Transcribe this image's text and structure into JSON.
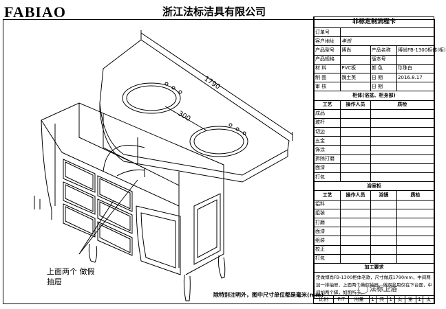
{
  "header": {
    "logo": "FABIAO",
    "company": "浙江法标洁具有限公司"
  },
  "drawing": {
    "dimension_overall": "1790",
    "dimension_spacing": "300",
    "callout": "上面两个 做假抽屉",
    "note": "除特别注明外，图中尺寸单位都是毫米(mm)"
  },
  "card": {
    "title": "非标定制流程卡",
    "order_no_label": "订单号",
    "customer_label": "客户地址",
    "customer_value": "孝感",
    "model_label": "产品型号",
    "model_value": "博尚",
    "name_label": "产品名称",
    "name_value": "博尚FB-1300柜体(柜)",
    "spec_label": "产品规格",
    "version_label": "版本号",
    "material_label": "材 料",
    "material_value": "PVC板",
    "color_label": "颜 色",
    "color_value": "珍珠白",
    "maker_label": "制 图",
    "maker_value": "魏土英",
    "date_label": "日 期",
    "date_value": "2016.8.17",
    "review_label": "审 核",
    "section1": "柜体(浴盆、柜身部)",
    "col_process": "工艺",
    "col_operator": "操作人员",
    "col_quality": "质检",
    "process1": [
      "成品",
      "玻杆",
      "切边",
      "五金",
      "饰涂",
      "拆除打磨",
      "面漆",
      "打包"
    ],
    "section2": "浴室柜",
    "col_quality2": "浴镜",
    "process2": [
      "铝料",
      "组装",
      "打磨",
      "面漆",
      "组装",
      "校正",
      "打包"
    ],
    "remark_title": "加工要求",
    "remark": "定做博尚FB-1300柜体老款，尺寸做成1790mm，中间两加一排抽屉，上面两个做假抽屉，做双盆用仅在下台面，中间加两个脚，如图所示。"
  },
  "footer": {
    "cells": [
      "比例",
      "FIT",
      "用量",
      "1",
      "共",
      "1",
      "页",
      "第",
      "1",
      "页"
    ]
  },
  "watermark": "法标卫浴"
}
